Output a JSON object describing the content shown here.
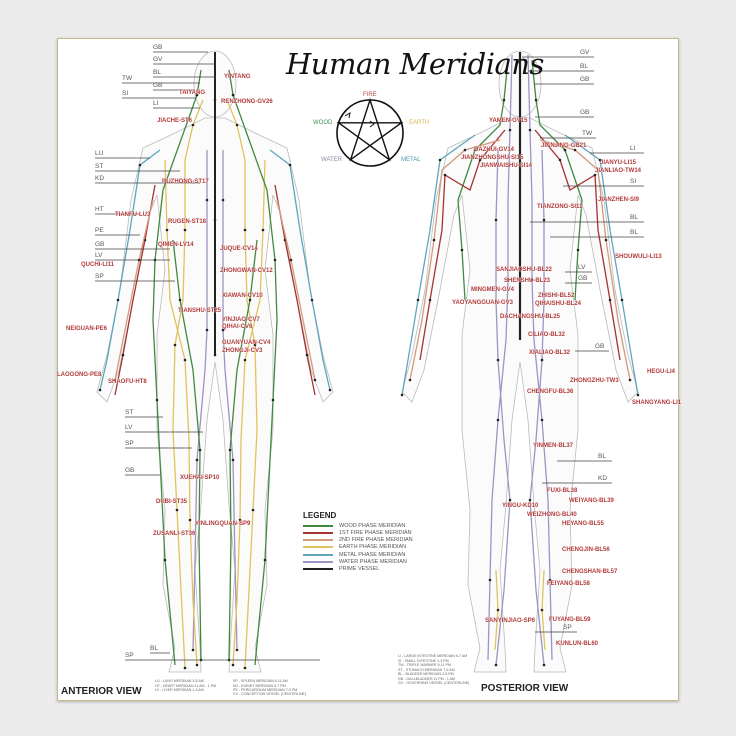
{
  "title": "Human Meridians",
  "elements": {
    "fire": "FIRE",
    "wood": "WOOD",
    "earth": "EARTH",
    "water": "WATER",
    "metal": "METAL"
  },
  "element_colors": {
    "fire": "#b54a4a",
    "wood": "#3f8f5a",
    "earth": "#d9b84a",
    "water": "#8a86a8",
    "metal": "#4a98aa"
  },
  "legend": {
    "title": "LEGEND",
    "items": [
      {
        "label": "WOOD PHASE MERIDIAN",
        "color": "#3f8a3f"
      },
      {
        "label": "1ST FIRE PHASE MERIDIAN",
        "color": "#a83232"
      },
      {
        "label": "2ND FIRE PHASE MERIDIAN",
        "color": "#d39a7c"
      },
      {
        "label": "EARTH PHASE MERIDIAN",
        "color": "#e2c25e"
      },
      {
        "label": "METAL PHASE MERIDIAN",
        "color": "#5fa6bd"
      },
      {
        "label": "WATER PHASE MERIDIAN",
        "color": "#9c94c4"
      },
      {
        "label": "PRIME VESSEL",
        "color": "#222222"
      }
    ]
  },
  "anterior": {
    "view_label": "ANTERIOR VIEW",
    "pointer_labels": [
      "GB",
      "GV",
      "BL",
      "TW",
      "GB",
      "SI",
      "LI",
      "LU",
      "ST",
      "KD",
      "HT",
      "PE",
      "GB",
      "LV",
      "SP",
      "ST",
      "LV",
      "SP",
      "GB",
      "BL",
      "SP"
    ],
    "points": [
      "YINTANG",
      "TAIYANG",
      "RENZHONG-GV26",
      "JIACHE-ST6",
      "RUZHONG-ST17",
      "TIANFU-LU3",
      "RUGEN-ST18",
      "QIMEN-LV14",
      "JUQUE-CV14",
      "QUCHI-LI11",
      "ZHONGWAN-CV12",
      "XIAWAN-CV10",
      "TIANSHU-ST25",
      "YINJIAO-CV7",
      "QIHAI-CV6",
      "GUANYUAN-CV4",
      "ZHONGJI-CV3",
      "NEIGUAN-PE6",
      "LAOGONG-PE8",
      "SHAOFU-HT8",
      "XUEHAI-SP10",
      "DUBI-ST35",
      "YINLINGQUAN-SP9",
      "ZUSANLI-ST36"
    ],
    "notes": [
      "LU - LUNG MERIDIAN 3-5 AM",
      "HT - HEART MERIDIAN 11 AM - 1 PM",
      "LV - LIVER MERIDIAN 1-3 AM",
      "SP - SPLEEN MERIDIAN 9-11 AM",
      "KD - KIDNEY MERIDIAN 5-7 PM",
      "PE - PERICARDIUM MERIDIAN 7-9 PM",
      "CV - CONCEPTION VESSEL (CENTERLINE)"
    ]
  },
  "posterior": {
    "view_label": "POSTERIOR VIEW",
    "pointer_labels": [
      "GV",
      "BL",
      "GB",
      "GB",
      "TW",
      "LI",
      "SI",
      "BL",
      "BL",
      "LV",
      "GB",
      "GB",
      "BL",
      "KD",
      "SP"
    ],
    "points": [
      "YAMEN-GV15",
      "DAZHUI-GV14",
      "JIANZHONGSHU-SI15",
      "JIANWAISHU-SI14",
      "JIANJING-GB21",
      "JIANYU-LI15",
      "JIANLIAO-TW14",
      "TIANZONG-SI11",
      "JIANZHEN-SI9",
      "SHOUWULI-LI13",
      "SANJIAOSHU-BL22",
      "SHENSHU-BL23",
      "MINGMEN-GV4",
      "ZHISHI-BL52",
      "YAOYANGGUAN-GV3",
      "QIHAISHU-BL24",
      "DACHANGSHU-BL25",
      "CILIAO-BL32",
      "XIALIAO-BL32",
      "HEGU-LI4",
      "ZHONGZHU-TW3",
      "SHANGYANG-LI1",
      "CHENGFU-BL36",
      "YINMEN-BL37",
      "FUXI-BL38",
      "WEIYANG-BL39",
      "YINGU-KD10",
      "WEIZHONG-BL40",
      "HEYANG-BL55",
      "CHENGJIN-BL56",
      "CHENGSHAN-BL57",
      "FEIYANG-BL58",
      "SANYINJIAO-SP6",
      "FUYANG-BL59",
      "KUNLUN-BL60"
    ],
    "notes": [
      "LI - LARGE INTESTINE MERIDIAN 5-7 AM",
      "SI - SMALL INTESTINE 1-3 PM",
      "TW - TRIPLE WARMER 9-11 PM",
      "ST - STOMACH MERIDIAN 7-9 AM",
      "BL - BLADDER MERIDIAN 3-5 PM",
      "GB - GALLBLADDER 11 PM - 1 AM",
      "GV - GOVERNING VESSEL (CENTERLINE)"
    ]
  }
}
